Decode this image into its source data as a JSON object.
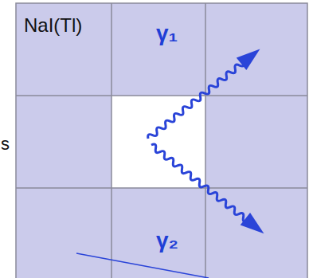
{
  "diagram": {
    "labels": [
      "NaI(Tl)",
      "γ₁",
      "γ₂",
      "s"
    ]
  }
}
